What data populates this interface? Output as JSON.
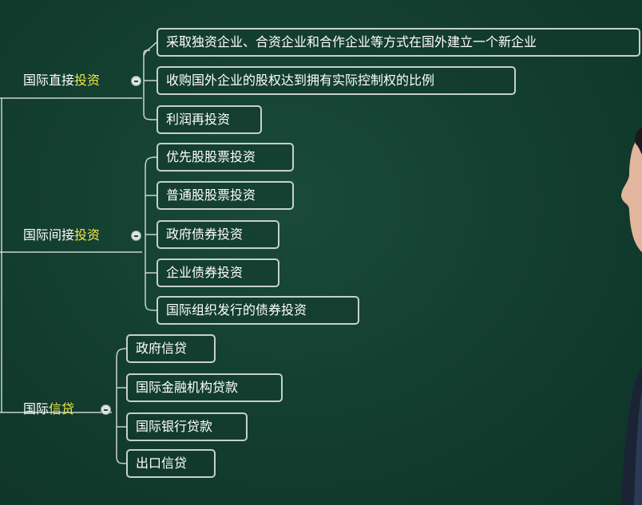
{
  "groups": [
    {
      "label_prefix": "国际直接",
      "label_highlight": "投资",
      "items": [
        "采取独资企业、合资企业和合作企业等方式在国外建立一个新企业",
        "收购国外企业的股权达到拥有实际控制权的比例",
        "利润再投资"
      ]
    },
    {
      "label_prefix": "国际间接",
      "label_highlight": "投资",
      "items": [
        "优先股股票投资",
        "普通股股票投资",
        "政府债券投资",
        "企业债券投资",
        "国际组织发行的债券投资"
      ]
    },
    {
      "label_prefix": "国际",
      "label_highlight": "信贷",
      "items": [
        "政府信贷",
        "国际金融机构贷款",
        "国际银行贷款",
        "出口信贷"
      ]
    }
  ],
  "colors": {
    "background": "#123d2f",
    "text": "#ffffff",
    "highlight": "#f3e646",
    "border": "#c6d0cc"
  }
}
